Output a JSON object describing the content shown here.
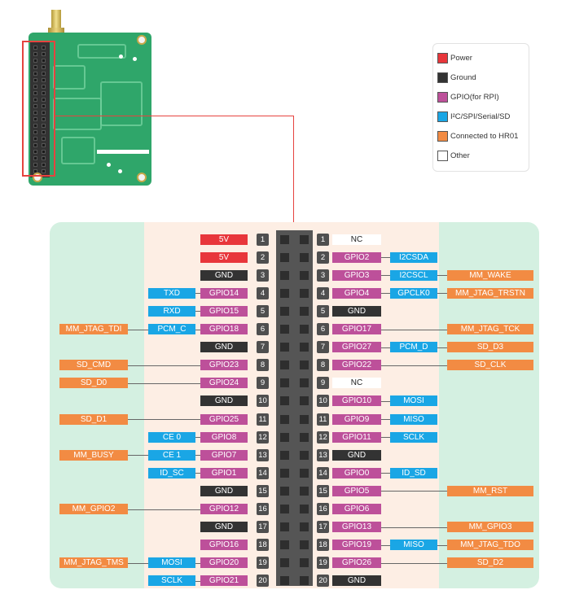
{
  "colors": {
    "power": "#e8363b",
    "ground": "#333333",
    "gpio": "#bd509a",
    "bus": "#1aa6e5",
    "hr01": "#f28b43",
    "other": "#ffffff"
  },
  "legend": [
    {
      "label": "Power",
      "type": "power"
    },
    {
      "label": "Ground",
      "type": "ground"
    },
    {
      "label": "GPIO(for RPI)",
      "type": "gpio"
    },
    {
      "label": "I²C/SPI/Serial/SD",
      "type": "bus"
    },
    {
      "label": "Connected to HR01",
      "type": "hr01"
    },
    {
      "label": "Other",
      "type": "other"
    }
  ],
  "rows": [
    {
      "pin": "1",
      "left": [
        {
          "t": "5V",
          "c": "power",
          "col": 4
        }
      ],
      "right": [
        {
          "t": "NC",
          "c": "other",
          "col": 0
        }
      ]
    },
    {
      "pin": "2",
      "left": [
        {
          "t": "5V",
          "c": "power",
          "col": 4
        }
      ],
      "right": [
        {
          "t": "GPIO2",
          "c": "gpio",
          "col": 0
        },
        {
          "t": "I2CSDA",
          "c": "bus",
          "col": 1
        }
      ]
    },
    {
      "pin": "3",
      "left": [
        {
          "t": "GND",
          "c": "ground",
          "col": 4
        }
      ],
      "right": [
        {
          "t": "GPIO3",
          "c": "gpio",
          "col": 0
        },
        {
          "t": "I2CSCL",
          "c": "bus",
          "col": 1
        },
        {
          "t": "MM_WAKE",
          "c": "hr01",
          "col": 2
        }
      ]
    },
    {
      "pin": "4",
      "left": [
        {
          "t": "TXD",
          "c": "bus",
          "col": 3
        },
        {
          "t": "GPIO14",
          "c": "gpio",
          "col": 4
        }
      ],
      "right": [
        {
          "t": "GPIO4",
          "c": "gpio",
          "col": 0
        },
        {
          "t": "GPCLK0",
          "c": "bus",
          "col": 1
        },
        {
          "t": "MM_JTAG_TRSTN",
          "c": "hr01",
          "col": 2
        }
      ]
    },
    {
      "pin": "5",
      "left": [
        {
          "t": "RXD",
          "c": "bus",
          "col": 3
        },
        {
          "t": "GPIO15",
          "c": "gpio",
          "col": 4
        }
      ],
      "right": [
        {
          "t": "GND",
          "c": "ground",
          "col": 0
        }
      ]
    },
    {
      "pin": "6",
      "left": [
        {
          "t": "MM_JTAG_TDI",
          "c": "hr01",
          "col": 2
        },
        {
          "t": "PCM_C",
          "c": "bus",
          "col": 3
        },
        {
          "t": "GPIO18",
          "c": "gpio",
          "col": 4
        }
      ],
      "right": [
        {
          "t": "GPIO17",
          "c": "gpio",
          "col": 0
        },
        {
          "t": "MM_JTAG_TCK",
          "c": "hr01",
          "col": 2
        }
      ]
    },
    {
      "pin": "7",
      "left": [
        {
          "t": "GND",
          "c": "ground",
          "col": 4
        }
      ],
      "right": [
        {
          "t": "GPIO27",
          "c": "gpio",
          "col": 0
        },
        {
          "t": "PCM_D",
          "c": "bus",
          "col": 1
        },
        {
          "t": "SD_D3",
          "c": "hr01",
          "col": 2
        }
      ]
    },
    {
      "pin": "8",
      "left": [
        {
          "t": "SD_CMD",
          "c": "hr01",
          "col": 2
        },
        {
          "t": "GPIO23",
          "c": "gpio",
          "col": 4
        }
      ],
      "right": [
        {
          "t": "GPIO22",
          "c": "gpio",
          "col": 0
        },
        {
          "t": "SD_CLK",
          "c": "hr01",
          "col": 2
        }
      ]
    },
    {
      "pin": "9",
      "left": [
        {
          "t": "SD_D0",
          "c": "hr01",
          "col": 2
        },
        {
          "t": "GPIO24",
          "c": "gpio",
          "col": 4
        }
      ],
      "right": [
        {
          "t": "NC",
          "c": "other",
          "col": 0
        }
      ]
    },
    {
      "pin": "10",
      "left": [
        {
          "t": "GND",
          "c": "ground",
          "col": 4
        }
      ],
      "right": [
        {
          "t": "GPIO10",
          "c": "gpio",
          "col": 0
        },
        {
          "t": "MOSI",
          "c": "bus",
          "col": 1
        }
      ]
    },
    {
      "pin": "11",
      "left": [
        {
          "t": "SD_D1",
          "c": "hr01",
          "col": 2
        },
        {
          "t": "GPIO25",
          "c": "gpio",
          "col": 4
        }
      ],
      "right": [
        {
          "t": "GPIO9",
          "c": "gpio",
          "col": 0
        },
        {
          "t": "MISO",
          "c": "bus",
          "col": 1
        }
      ]
    },
    {
      "pin": "12",
      "left": [
        {
          "t": "CE 0",
          "c": "bus",
          "col": 3
        },
        {
          "t": "GPIO8",
          "c": "gpio",
          "col": 4
        }
      ],
      "right": [
        {
          "t": "GPIO11",
          "c": "gpio",
          "col": 0
        },
        {
          "t": "SCLK",
          "c": "bus",
          "col": 1
        }
      ]
    },
    {
      "pin": "13",
      "left": [
        {
          "t": "MM_BUSY",
          "c": "hr01",
          "col": 2
        },
        {
          "t": "CE 1",
          "c": "bus",
          "col": 3
        },
        {
          "t": "GPIO7",
          "c": "gpio",
          "col": 4
        }
      ],
      "right": [
        {
          "t": "GND",
          "c": "ground",
          "col": 0
        }
      ]
    },
    {
      "pin": "14",
      "left": [
        {
          "t": "ID_SC",
          "c": "bus",
          "col": 3
        },
        {
          "t": "GPIO1",
          "c": "gpio",
          "col": 4
        }
      ],
      "right": [
        {
          "t": "GPIO0",
          "c": "gpio",
          "col": 0
        },
        {
          "t": "ID_SD",
          "c": "bus",
          "col": 1
        }
      ]
    },
    {
      "pin": "15",
      "left": [
        {
          "t": "GND",
          "c": "ground",
          "col": 4
        }
      ],
      "right": [
        {
          "t": "GPIO5",
          "c": "gpio",
          "col": 0
        },
        {
          "t": "MM_RST",
          "c": "hr01",
          "col": 2
        }
      ]
    },
    {
      "pin": "16",
      "left": [
        {
          "t": "MM_GPIO2",
          "c": "hr01",
          "col": 2
        },
        {
          "t": "GPIO12",
          "c": "gpio",
          "col": 4
        }
      ],
      "right": [
        {
          "t": "GPIO6",
          "c": "gpio",
          "col": 0
        }
      ]
    },
    {
      "pin": "17",
      "left": [
        {
          "t": "GND",
          "c": "ground",
          "col": 4
        }
      ],
      "right": [
        {
          "t": "GPIO13",
          "c": "gpio",
          "col": 0
        },
        {
          "t": "MM_GPIO3",
          "c": "hr01",
          "col": 2
        }
      ]
    },
    {
      "pin": "18",
      "left": [
        {
          "t": "GPIO16",
          "c": "gpio",
          "col": 4
        }
      ],
      "right": [
        {
          "t": "GPIO19",
          "c": "gpio",
          "col": 0
        },
        {
          "t": "MISO",
          "c": "bus",
          "col": 1
        },
        {
          "t": "MM_JTAG_TDO",
          "c": "hr01",
          "col": 2
        }
      ]
    },
    {
      "pin": "19",
      "left": [
        {
          "t": "MM_JTAG_TMS",
          "c": "hr01",
          "col": 2
        },
        {
          "t": "MOSI",
          "c": "bus",
          "col": 3
        },
        {
          "t": "GPIO20",
          "c": "gpio",
          "col": 4
        }
      ],
      "right": [
        {
          "t": "GPIO26",
          "c": "gpio",
          "col": 0
        },
        {
          "t": "SD_D2",
          "c": "hr01",
          "col": 2
        }
      ]
    },
    {
      "pin": "20",
      "left": [
        {
          "t": "SCLK",
          "c": "bus",
          "col": 3
        },
        {
          "t": "GPIO21",
          "c": "gpio",
          "col": 4
        }
      ],
      "right": [
        {
          "t": "GND",
          "c": "ground",
          "col": 0
        }
      ]
    }
  ]
}
